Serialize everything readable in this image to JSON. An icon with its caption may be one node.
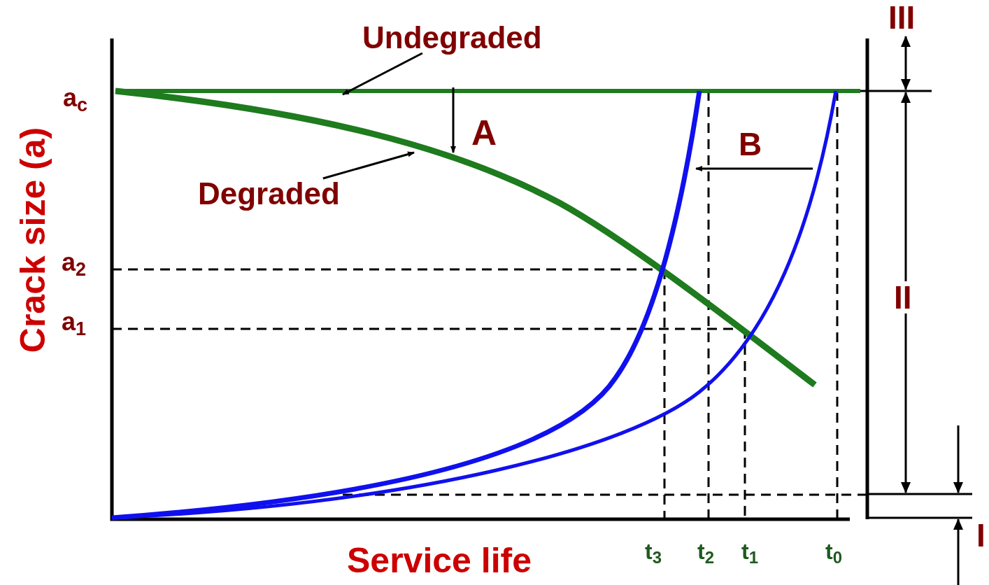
{
  "diagram": {
    "nodes": [
      {
        "text": [
          "Undegraded"
        ]
      },
      {
        "text": [
          "Degraded"
        ]
      }
    ],
    "edges": [
      {
        "from": 0,
        "to": null,
        "arrow": "to"
      },
      {
        "from": 1,
        "to": null,
        "arrow": "to"
      }
    ],
    "labels": [
      "III",
      "a$_{c}$",
      "A",
      "B",
      "II",
      "a$_{2}$",
      "a$_{1}$",
      "Crack size (a)",
      "I",
      "t$_{3}$",
      "t$_{2}$",
      "t$_{1}$",
      "t$_{0}$",
      "Service life"
    ]
  }
}
